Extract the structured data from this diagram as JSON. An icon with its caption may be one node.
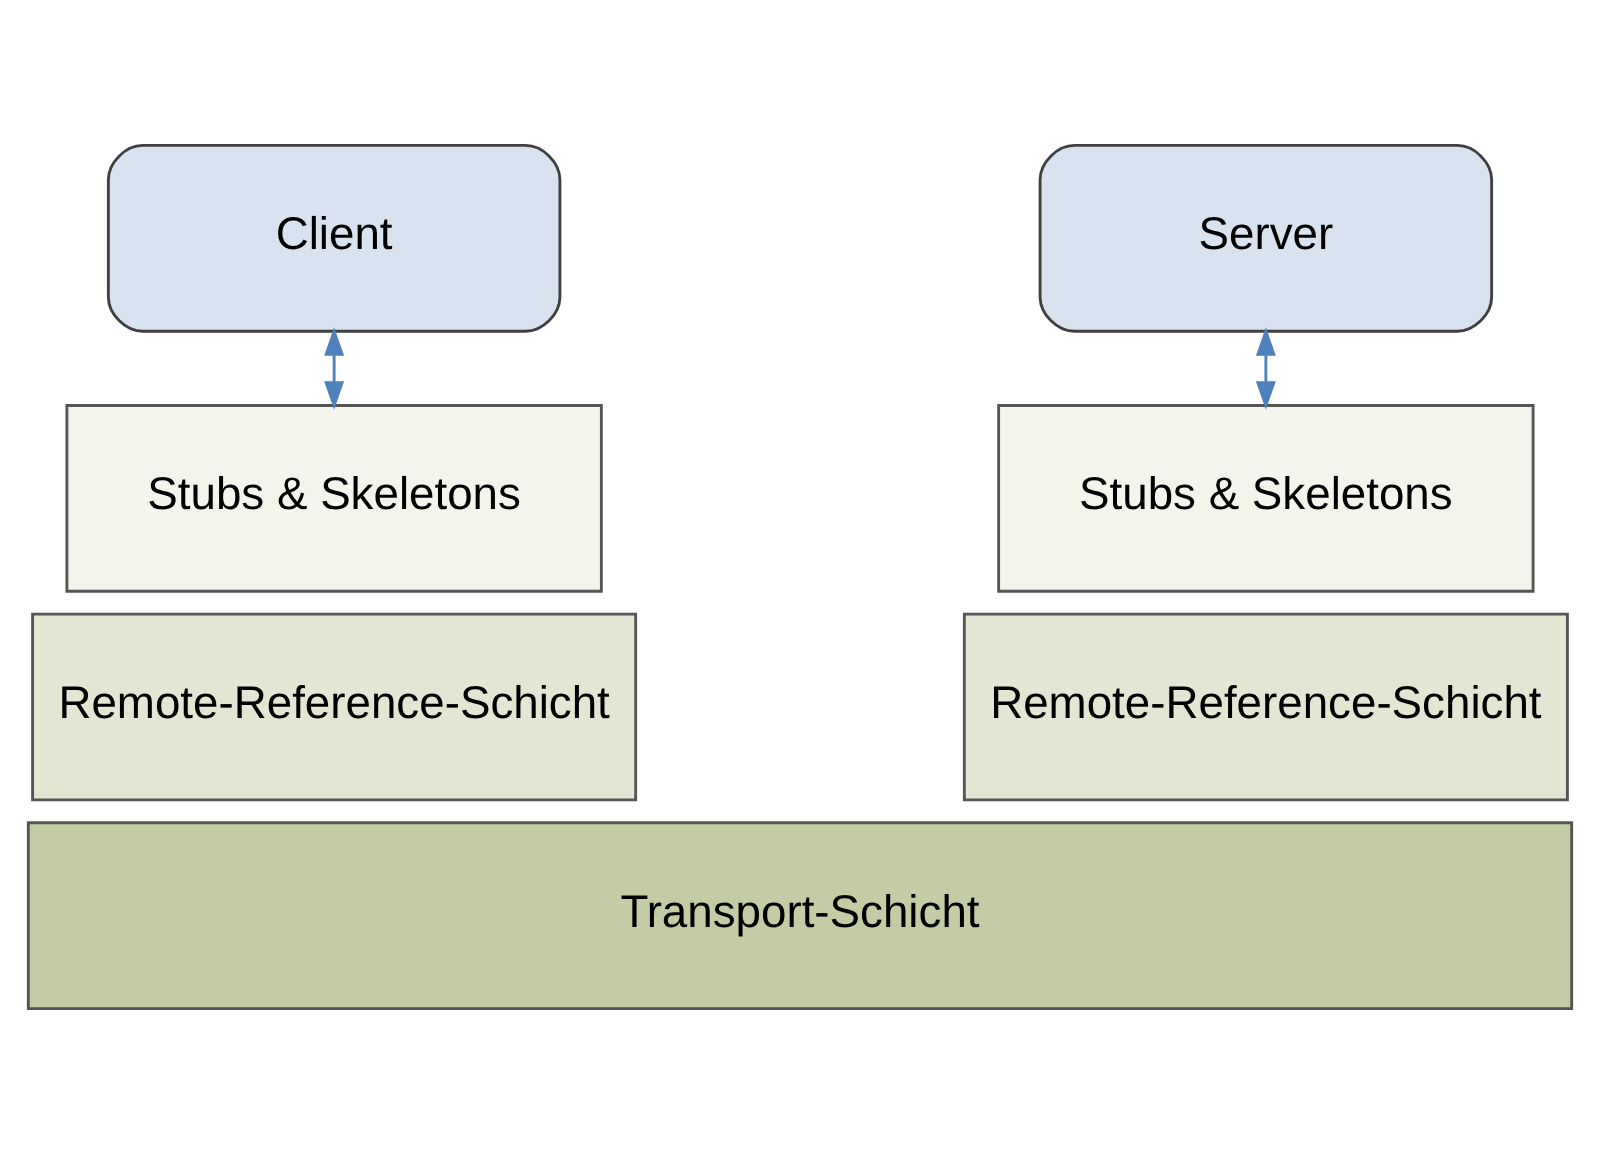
{
  "diagram": {
    "nodes": [
      {
        "text": [
          "Client"
        ]
      },
      {
        "text": [
          "Server"
        ]
      },
      {
        "text": [
          "Stubs & Skeletons"
        ]
      },
      {
        "text": [
          "Stubs & Skeletons"
        ]
      },
      {
        "text": [
          "Remote-Reference-Schicht"
        ]
      },
      {
        "text": [
          "Remote-Reference-Schicht"
        ]
      },
      {
        "text": [
          "Transport-Schicht"
        ]
      }
    ],
    "edges": [
      {
        "from": 0,
        "to": 2,
        "arrow": "both"
      },
      {
        "from": 1,
        "to": 3,
        "arrow": "both"
      }
    ]
  }
}
